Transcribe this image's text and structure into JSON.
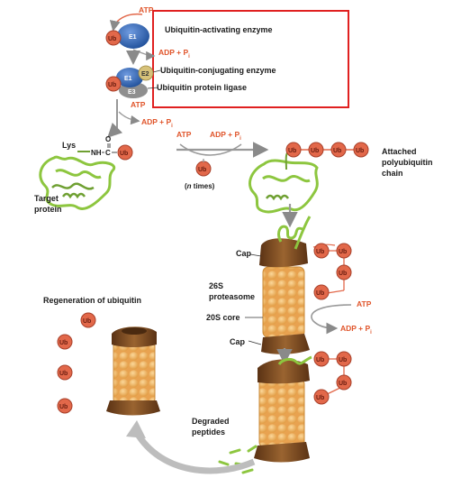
{
  "colors": {
    "ubiquitin": "#e2684a",
    "enzyme_e1": "#2a5ea8",
    "highlight_box": "#e02020",
    "proteasome_core": "#f2b060",
    "proteasome_cap": "#7a4a22",
    "target_protein": "#8dc63f",
    "atp_text": "#e0552b"
  },
  "enzymes": {
    "e1": "E1",
    "e2": "E2",
    "e3": "E3",
    "activating": "Ubiquitin-activating enzyme",
    "conjugating": "Ubiquitin-conjugating enzyme",
    "ligase": "Ubiquitin protein ligase"
  },
  "energy": {
    "atp": "ATP",
    "adp_pi": "ADP + P",
    "pi_sub": "i"
  },
  "labels": {
    "ub": "Ub",
    "lys": "Lys",
    "nh": "NH",
    "c": "C",
    "o": "O",
    "target_protein_1": "Target",
    "target_protein_2": "protein",
    "n_times": "(n times)",
    "n": "n",
    "times": " times)",
    "open_paren": "(",
    "attached_1": "Attached",
    "attached_2": "polyubiquitin",
    "attached_3": "chain",
    "cap": "Cap",
    "s26_1": "26S",
    "s26_2": "proteasome",
    "core_20s": "20S core",
    "regeneration": "Regeneration of ubiquitin",
    "degraded_1": "Degraded",
    "degraded_2": "peptides"
  }
}
